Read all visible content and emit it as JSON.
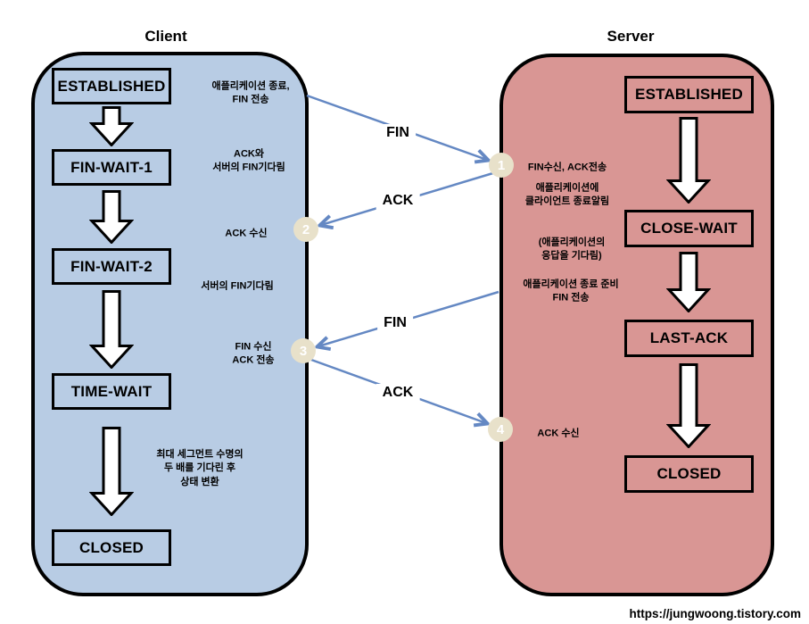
{
  "page": {
    "watermark": "https://jungwoong.tistory.com"
  },
  "colors": {
    "client_fill": "#b8cce4",
    "server_fill": "#d99694",
    "arrow_blue": "#6488c3",
    "circle_fill": "#e8e1ca",
    "ink": "#000000",
    "bg": "#ffffff"
  },
  "client": {
    "title": "Client",
    "states": [
      "ESTABLISHED",
      "FIN-WAIT-1",
      "FIN-WAIT-2",
      "TIME-WAIT",
      "CLOSED"
    ],
    "annotations": [
      "애플리케이션 종료,\nFIN 전송",
      "ACK와\n서버의 FIN기다림",
      "ACK 수신",
      "서버의 FIN기다림",
      "FIN 수신\nACK 전송",
      "최대 세그먼트 수명의\n두 배를 기다린 후\n상태 변환"
    ]
  },
  "server": {
    "title": "Server",
    "states": [
      "ESTABLISHED",
      "CLOSE-WAIT",
      "LAST-ACK",
      "CLOSED"
    ],
    "annotations": [
      "FIN수신, ACK전송",
      "애플리케이션에\n클라이언트 종료알림",
      "(애플리케이션의\n응답을 기다림)",
      "애플리케이션 종료 준비\nFIN 전송",
      "ACK 수신"
    ]
  },
  "messages": [
    {
      "label": "FIN",
      "step": "1"
    },
    {
      "label": "ACK",
      "step": "2"
    },
    {
      "label": "FIN",
      "step": "3"
    },
    {
      "label": "ACK",
      "step": "4"
    }
  ]
}
